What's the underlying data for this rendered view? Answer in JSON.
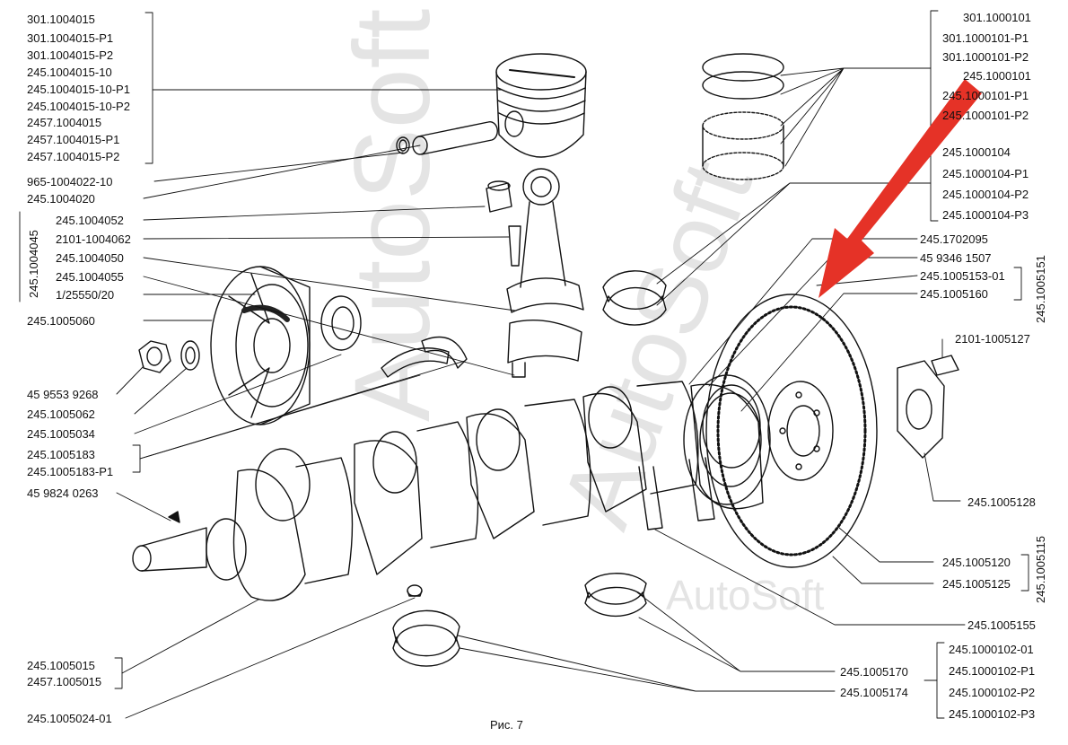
{
  "caption": "Рис. 7",
  "watermarks": [
    "AutoSoft",
    "AutoSoft",
    "AutoSoft"
  ],
  "colors": {
    "arrow": "#e53227",
    "line": "#111111",
    "watermark": "#e4e4e4"
  },
  "left_labels": {
    "piston": [
      "301.1004015",
      "301.1004015-P1",
      "301.1004015-P2",
      "245.1004015-10",
      "245.1004015-10-P1",
      "245.1004015-10-P2",
      "2457.1004015",
      "2457.1004015-P1",
      "2457.1004015-P2"
    ],
    "pin_ring": "965-1004022-10",
    "pin": "245.1004020",
    "rod_group_title": "245.1004045",
    "rod_group": [
      "245.1004052",
      "2101-1004062",
      "245.1004050",
      "245.1004055",
      "1/25550/20"
    ],
    "pulley": "245.1005060",
    "nut": "45 9553 9268",
    "washer": "245.1005062",
    "seal_front": "245.1005034",
    "thrust": [
      "245.1005183",
      "245.1005183-P1"
    ],
    "key": "45 9824 0263",
    "crankshaft": [
      "245.1005015",
      "2457.1005015"
    ],
    "plug": "245.1005024-01"
  },
  "right_labels": {
    "rings_top": [
      "301.1000101",
      "301.1000101-P1",
      "301.1000101-P2",
      "245.1000101",
      "245.1000101-P1",
      "245.1000101-P2"
    ],
    "rod_bearing": [
      "245.1000104",
      "245.1000104-P1",
      "245.1000104-P2",
      "245.1000104-P3"
    ],
    "bolt_a": "245.1702095",
    "pin_b": "45 9346 1507",
    "flywheel_group_title": "245.1005151",
    "flywheel_group": [
      "245.1005153-01",
      "245.1005160"
    ],
    "flywheel_bolt": "2101-1005127",
    "flywheel_washer": "245.1005128",
    "flywheel_title": "245.1005115",
    "flywheel": [
      "245.1005120",
      "245.1005125"
    ],
    "rear_seal": "245.1005155",
    "main_bearings": [
      "245.1005170",
      "245.1005174"
    ],
    "main_bearing_sizes": [
      "245.1000102-01",
      "245.1000102-P1",
      "245.1000102-P2",
      "245.1000102-P3"
    ]
  }
}
